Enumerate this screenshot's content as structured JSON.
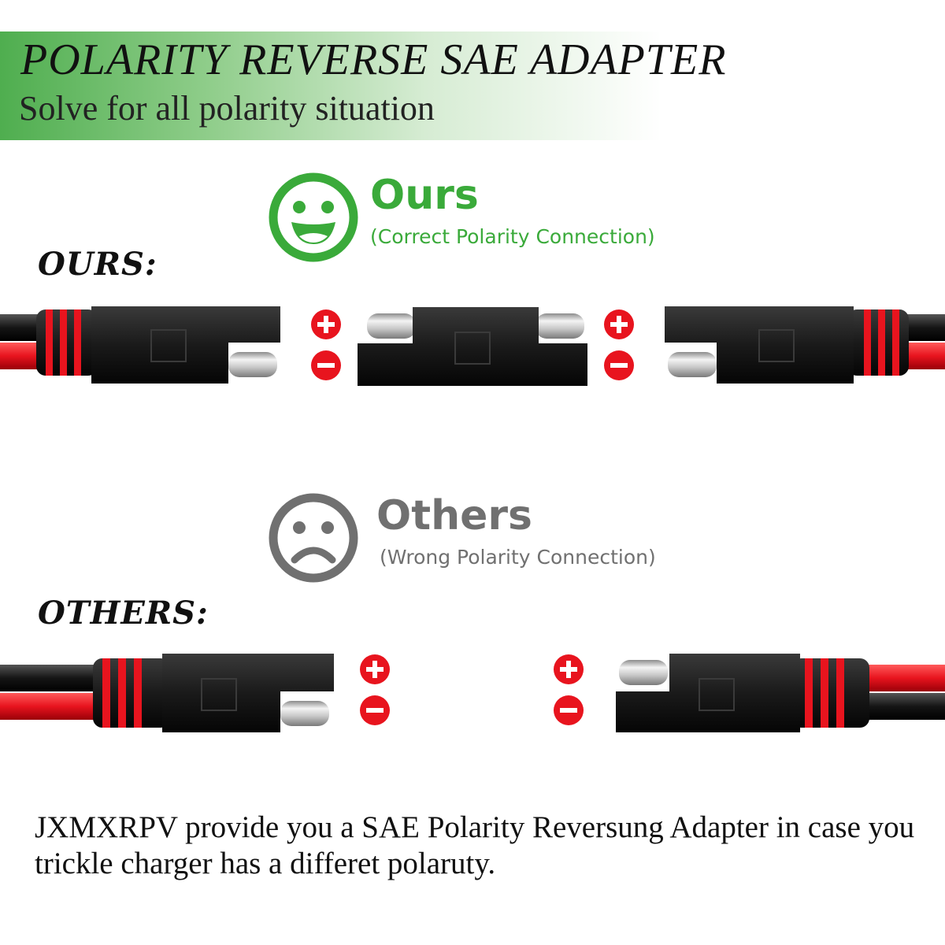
{
  "header": {
    "title": "POLARITY REVERSE SAE ADAPTER",
    "subtitle": "Solve for all polarity situation"
  },
  "ours_badge": {
    "title": "Ours",
    "subtitle": "(Correct Polarity Connection)",
    "color": "#3aaa3a"
  },
  "others_badge": {
    "title": "Others",
    "subtitle": "(Wrong Polarity Connection)",
    "color": "#707070"
  },
  "sections": {
    "ours_label": "OURS:",
    "others_label": "OTHERS:"
  },
  "signs": {
    "plus": "+",
    "minus": "−",
    "color": "#e8141e"
  },
  "cable_colors": {
    "red": "#e8141e",
    "black": "#151515"
  },
  "footer": {
    "text": "JXMXRPV provide you a SAE Polarity Reversung Adapter in case you trickle charger has a differet polaruty."
  }
}
